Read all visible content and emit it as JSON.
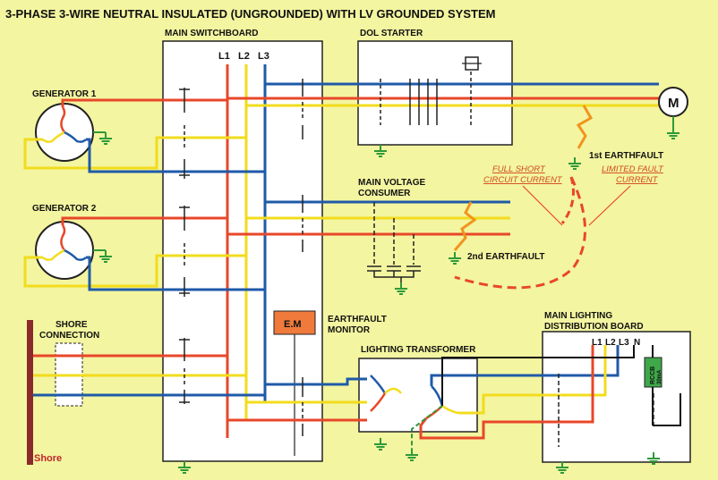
{
  "title": "3-PHASE 3-WIRE NEUTRAL INSULATED (UNGROUNDED) WITH LV GROUNDED SYSTEM",
  "labels": {
    "main_switchboard": "MAIN SWITCHBOARD",
    "bus_l1": "L1",
    "bus_l2": "L2",
    "bus_l3": "L3",
    "dol_starter": "DOL STARTER",
    "generator1": "GENERATOR 1",
    "generator2": "GENERATOR 2",
    "shore_connection_1": "SHORE",
    "shore_connection_2": "CONNECTION",
    "shore": "Shore",
    "em": "E.M",
    "earthfault_monitor_1": "EARTHFAULT",
    "earthfault_monitor_2": "MONITOR",
    "main_voltage_consumer_1": "MAIN VOLTAGE",
    "main_voltage_consumer_2": "CONSUMER",
    "first_earthfault": "1st EARTHFAULT",
    "second_earthfault": "2nd EARTHFAULT",
    "full_short_1": "FULL SHORT",
    "full_short_2": "CIRCUIT CURRENT",
    "limited_fault_1": "LIMITED FAULT",
    "limited_fault_2": "CURRENT",
    "lighting_transformer": "LIGHTING TRANSFORMER",
    "mldb_1": "MAIN LIGHTING",
    "mldb_2": "DISTRIBUTION BOARD",
    "ldb_l1": "L1",
    "ldb_l2": "L2",
    "ldb_l3": "L3",
    "ldb_n": "N",
    "rccb": "RCCB",
    "rccb_rating": "30mA",
    "motor": "M"
  },
  "colors": {
    "background": "#f3f5a0",
    "red": "#e8472a",
    "yellow": "#f2dc1c",
    "blue": "#1f5aa8",
    "earth": "#2e9a3a",
    "fault": "#f0941e",
    "fault_path": "#e8472a",
    "em_box": "#ef7a3c",
    "rccb": "#3fa84a"
  }
}
